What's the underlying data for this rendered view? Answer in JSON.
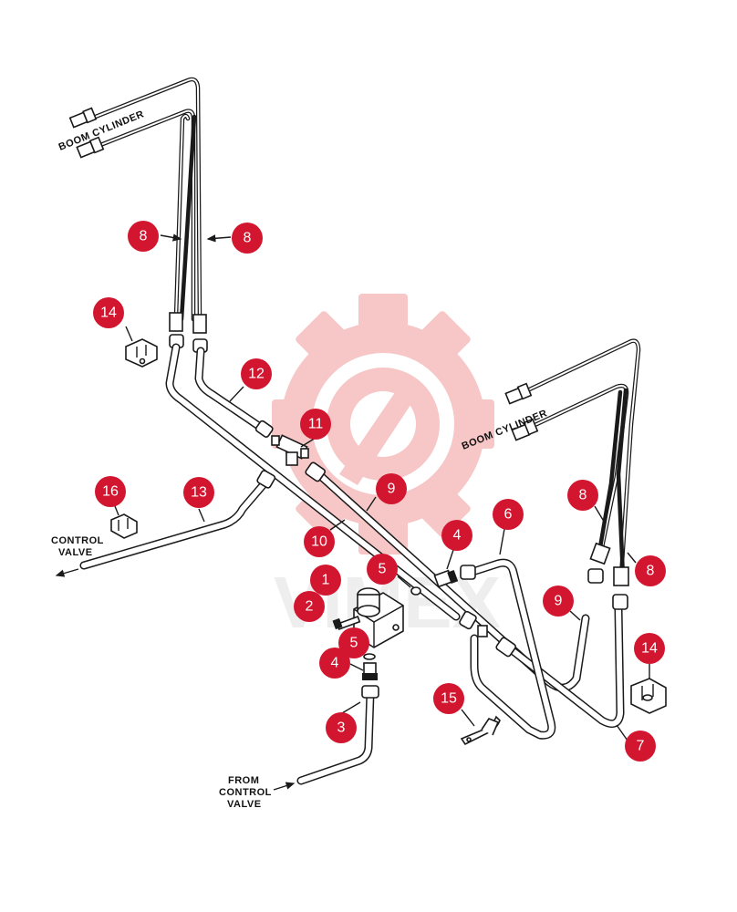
{
  "labels": {
    "boom_cylinder_left": "BOOM CYLINDER",
    "boom_cylinder_right": "BOOM CYLINDER",
    "control_valve_line1": "CONTROL",
    "control_valve_line2": "VALVE",
    "from_control_line1": "FROM",
    "from_control_line2": "CONTROL",
    "from_control_line3": "VALVE"
  },
  "callouts": [
    {
      "num": "8"
    },
    {
      "num": "8"
    },
    {
      "num": "14"
    },
    {
      "num": "12"
    },
    {
      "num": "11"
    },
    {
      "num": "16"
    },
    {
      "num": "13"
    },
    {
      "num": "9"
    },
    {
      "num": "10"
    },
    {
      "num": "4"
    },
    {
      "num": "6"
    },
    {
      "num": "1"
    },
    {
      "num": "5"
    },
    {
      "num": "2"
    },
    {
      "num": "5"
    },
    {
      "num": "4"
    },
    {
      "num": "3"
    },
    {
      "num": "8"
    },
    {
      "num": "8"
    },
    {
      "num": "9"
    },
    {
      "num": "14"
    },
    {
      "num": "15"
    },
    {
      "num": "7"
    }
  ],
  "colors": {
    "callout_fill": "#d3162f",
    "watermark": "#f7c3c3",
    "line": "#1a1a1a"
  }
}
